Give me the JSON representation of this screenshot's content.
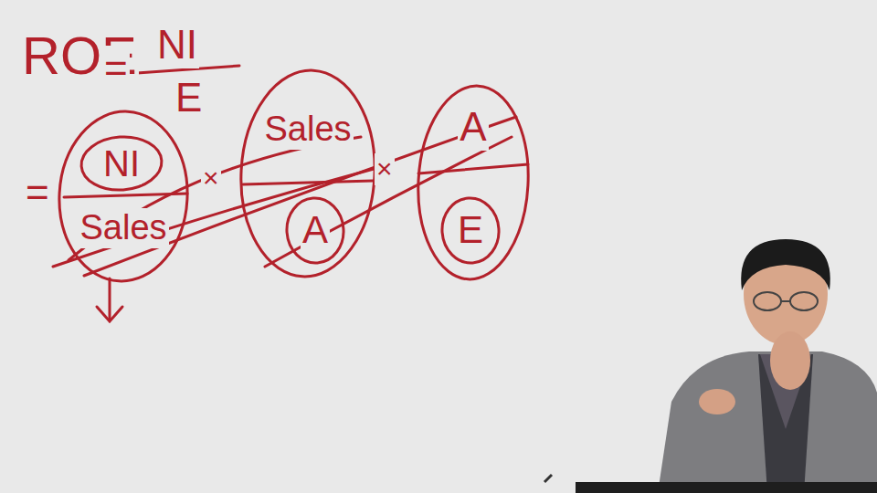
{
  "diagram": {
    "nodes": [
      {
        "text": [
          "Sales"
        ]
      },
      {
        "text": [
          "NI"
        ],
        "in": 0
      },
      {
        "text": [
          "Sales"
        ]
      },
      {
        "text": [
          "A"
        ],
        "in": 2
      },
      {
        "text": [
          "A"
        ]
      },
      {
        "text": [
          "E"
        ],
        "in": 4
      }
    ],
    "labels": [
      "ROE",
      "=",
      "NI",
      "E",
      "=",
      "×",
      "×"
    ]
  }
}
